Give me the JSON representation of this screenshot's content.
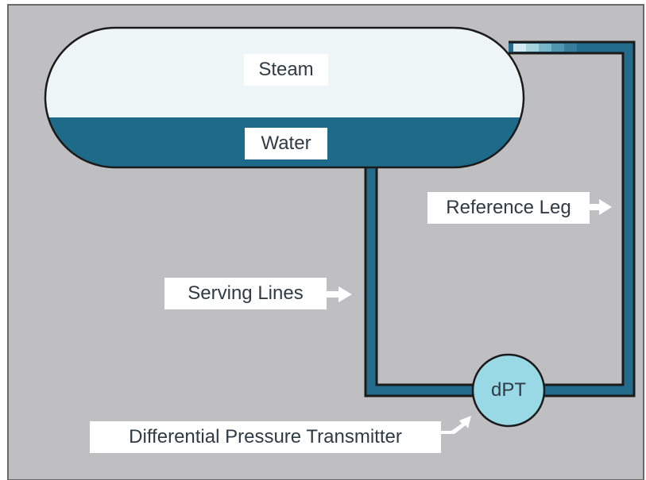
{
  "labels": {
    "steam": "Steam",
    "water": "Water",
    "reference_leg": "Reference Leg",
    "serving_lines": "Serving Lines",
    "transmitter": "Differential Pressure Transmitter",
    "dpt": "dPT"
  },
  "colors": {
    "background": "#bfbfc1",
    "steam": "#eef5f7",
    "water": "#1d6a89",
    "pipe": "#236b8a",
    "pipe_outline": "#1b1b1b",
    "dpt_fill": "#99d9e6",
    "label_bg": "#ffffff",
    "text": "#2f3b45"
  }
}
